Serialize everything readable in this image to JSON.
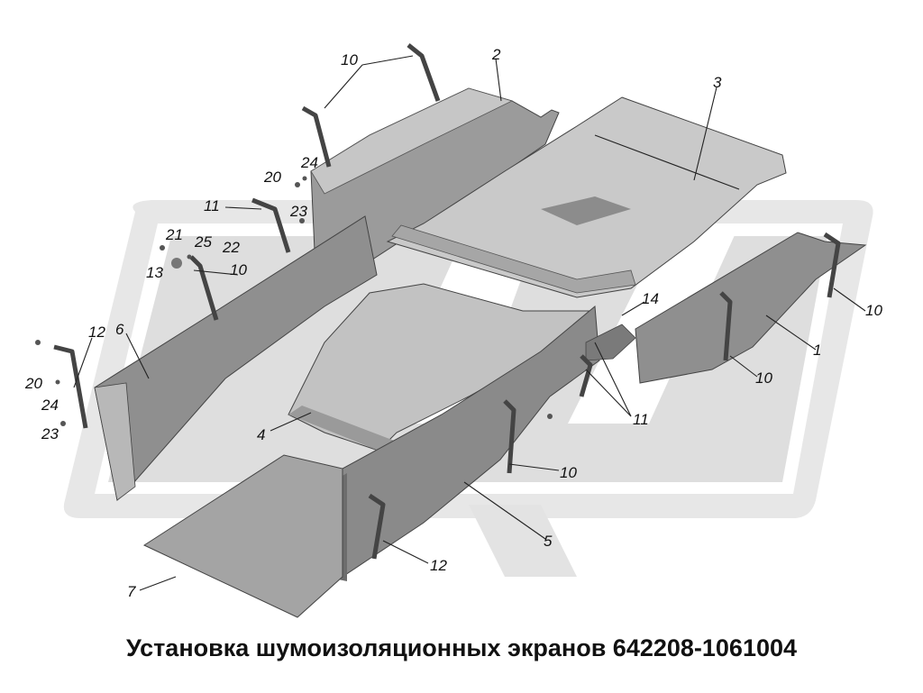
{
  "caption": "Установка шумоизоляционных экранов 642208-1061004",
  "callouts": [
    "10",
    "2",
    "3",
    "20",
    "24",
    "11",
    "23",
    "21",
    "25",
    "22",
    "13",
    "10",
    "12",
    "6",
    "20",
    "24",
    "23",
    "14",
    "10",
    "1",
    "10",
    "11",
    "4",
    "10",
    "5",
    "12",
    "7"
  ]
}
